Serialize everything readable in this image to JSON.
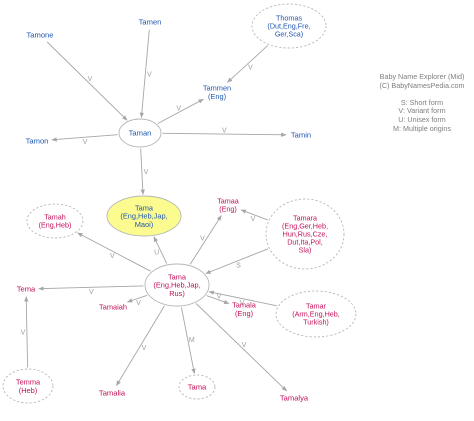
{
  "colors": {
    "male": "#1f57b0",
    "female": "#c3105a",
    "edge": "#a6a6a6",
    "edge_label": "#9c9c9c",
    "node_border": "#b7b7b7",
    "focus_fill": "#fbfb90",
    "legend": "#7f7f7f"
  },
  "legend": {
    "title": "Baby Name Explorer (Mid)",
    "credit": "(C) BabyNamesPedia.com",
    "items": [
      "S: Short form",
      "V: Variant form",
      "U: Unisex form",
      "M: Multiple origins"
    ]
  },
  "nodes": [
    {
      "id": "taman",
      "lines": [
        "Taman"
      ],
      "color": "male",
      "shape": "ellipse"
    },
    {
      "id": "tamen",
      "lines": [
        "Tamen"
      ],
      "color": "male",
      "shape": "none"
    },
    {
      "id": "tamone",
      "lines": [
        "Tamone"
      ],
      "color": "male",
      "shape": "none"
    },
    {
      "id": "thomas",
      "lines": [
        "Thomas",
        "(Dut,Eng,Fre,",
        "Ger,Sca)"
      ],
      "color": "male",
      "shape": "dashed"
    },
    {
      "id": "tammen",
      "lines": [
        "Tammen",
        "(Eng)"
      ],
      "color": "male",
      "shape": "none"
    },
    {
      "id": "tamon",
      "lines": [
        "Tamon"
      ],
      "color": "male",
      "shape": "none"
    },
    {
      "id": "tamin",
      "lines": [
        "Tamin"
      ],
      "color": "male",
      "shape": "none"
    },
    {
      "id": "tama_focus",
      "lines": [
        "Tama",
        "(Eng,Heb,Jap,",
        "Maoi)"
      ],
      "color": "male",
      "shape": "focus"
    },
    {
      "id": "tamah",
      "lines": [
        "Tamah",
        "(Eng,Heb)"
      ],
      "color": "female",
      "shape": "dashed"
    },
    {
      "id": "tamaa",
      "lines": [
        "Tamaa",
        "(Eng)"
      ],
      "color": "female",
      "shape": "none"
    },
    {
      "id": "tamara",
      "lines": [
        "Tamara",
        "(Eng,Ger,Heb,",
        "Hun,Rus,Cze,",
        "Dut,Ita,Pol,",
        "Sla)"
      ],
      "color": "female",
      "shape": "dashed"
    },
    {
      "id": "tama_center",
      "lines": [
        "Tama",
        "(Eng,Heb,Jap,",
        "Rus)"
      ],
      "color": "female",
      "shape": "ellipse"
    },
    {
      "id": "tema",
      "lines": [
        "Tema"
      ],
      "color": "female",
      "shape": "none"
    },
    {
      "id": "tamaiah",
      "lines": [
        "Tamaiah"
      ],
      "color": "female",
      "shape": "none"
    },
    {
      "id": "tamala",
      "lines": [
        "Tamala",
        "(Eng)"
      ],
      "color": "female",
      "shape": "none"
    },
    {
      "id": "tamar",
      "lines": [
        "Tamar",
        "(Arm,Eng,Heb,",
        "Turkish)"
      ],
      "color": "female",
      "shape": "dashed"
    },
    {
      "id": "temma",
      "lines": [
        "Temma",
        "(Heb)"
      ],
      "color": "female",
      "shape": "dashed"
    },
    {
      "id": "tamalia",
      "lines": [
        "Tamalia"
      ],
      "color": "female",
      "shape": "none"
    },
    {
      "id": "tama_small",
      "lines": [
        "Tama"
      ],
      "color": "female",
      "shape": "dashed"
    },
    {
      "id": "tamalya",
      "lines": [
        "Tamalya"
      ],
      "color": "female",
      "shape": "none"
    }
  ],
  "edges": [
    {
      "from": "tamen",
      "to": "taman",
      "label": "V"
    },
    {
      "from": "tamone",
      "to": "taman",
      "label": "V"
    },
    {
      "from": "thomas",
      "to": "tammen",
      "label": "V"
    },
    {
      "from": "taman",
      "to": "tammen",
      "label": "V"
    },
    {
      "from": "taman",
      "to": "tamon",
      "label": "V"
    },
    {
      "from": "taman",
      "to": "tamin",
      "label": "V"
    },
    {
      "from": "taman",
      "to": "tama_focus",
      "label": "V"
    },
    {
      "from": "tama_center",
      "to": "tama_focus",
      "label": "U"
    },
    {
      "from": "tama_center",
      "to": "tamah",
      "label": "V"
    },
    {
      "from": "tama_center",
      "to": "tamaa",
      "label": "V"
    },
    {
      "from": "tamara",
      "to": "tama_center",
      "label": "S"
    },
    {
      "from": "tamara",
      "to": "tamaa",
      "label": "V"
    },
    {
      "from": "tama_center",
      "to": "tema",
      "label": "V"
    },
    {
      "from": "tama_center",
      "to": "tamaiah",
      "label": "V"
    },
    {
      "from": "tama_center",
      "to": "tamala",
      "label": "V"
    },
    {
      "from": "tamar",
      "to": "tama_center",
      "label": "V"
    },
    {
      "from": "temma",
      "to": "tema",
      "label": "V"
    },
    {
      "from": "tama_center",
      "to": "tamalia",
      "label": "V"
    },
    {
      "from": "tama_center",
      "to": "tama_small",
      "label": "M"
    },
    {
      "from": "tama_center",
      "to": "tamalya",
      "label": "V"
    }
  ]
}
